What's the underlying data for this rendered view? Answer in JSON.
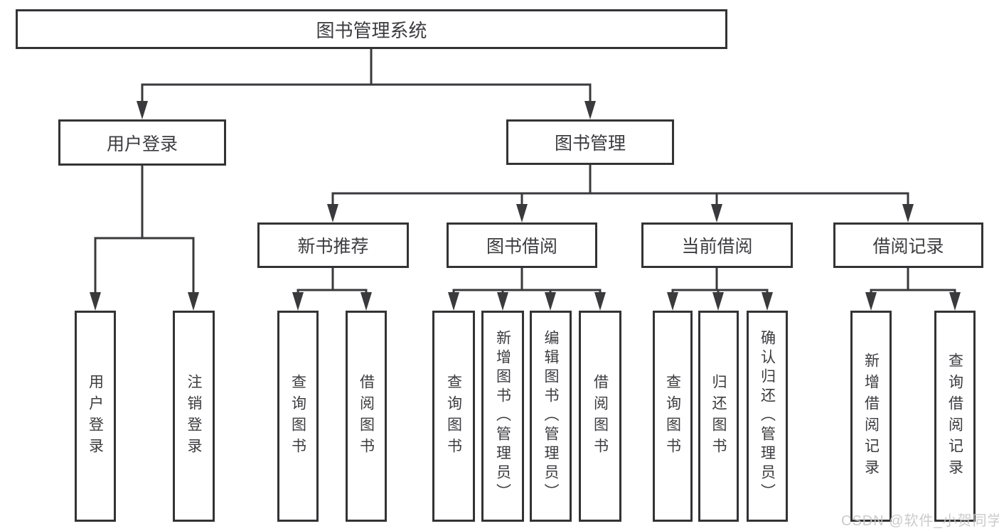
{
  "nodes": {
    "root": {
      "label": "图书管理系统"
    },
    "level2": [
      {
        "label": "用户登录"
      },
      {
        "label": "图书管理"
      }
    ],
    "level3": [
      {
        "label": "新书推荐"
      },
      {
        "label": "图书借阅"
      },
      {
        "label": "当前借阅"
      },
      {
        "label": "借阅记录"
      }
    ],
    "leaves": [
      {
        "label": "用户登录"
      },
      {
        "label": "注销登录"
      },
      {
        "label": "查询图书"
      },
      {
        "label": "借阅图书"
      },
      {
        "label": "查询图书"
      },
      {
        "label": "新增图书（管理员）"
      },
      {
        "label": "编辑图书（管理员）"
      },
      {
        "label": "借阅图书"
      },
      {
        "label": "查询图书"
      },
      {
        "label": "归还图书"
      },
      {
        "label": "确认归还（管理员）"
      },
      {
        "label": "新增借阅记录"
      },
      {
        "label": "查询借阅记录"
      }
    ]
  },
  "colors": {
    "line": "#3a3a3c",
    "box_border": "#333336",
    "text": "#3c3c40",
    "watermark": "#c5c5c7",
    "background": "#ffffff"
  },
  "watermark": {
    "text": "CSDN @软件_小贺同学"
  }
}
